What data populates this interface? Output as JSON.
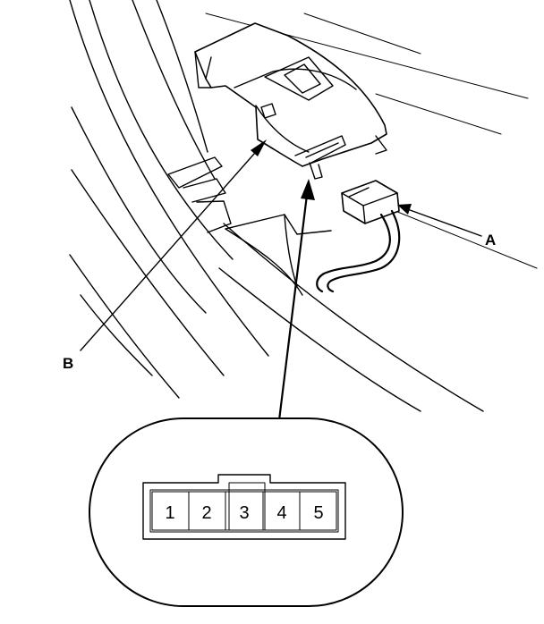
{
  "callouts": {
    "a": "A",
    "b": "B"
  },
  "connector_pins": [
    "1",
    "2",
    "3",
    "4",
    "5"
  ]
}
